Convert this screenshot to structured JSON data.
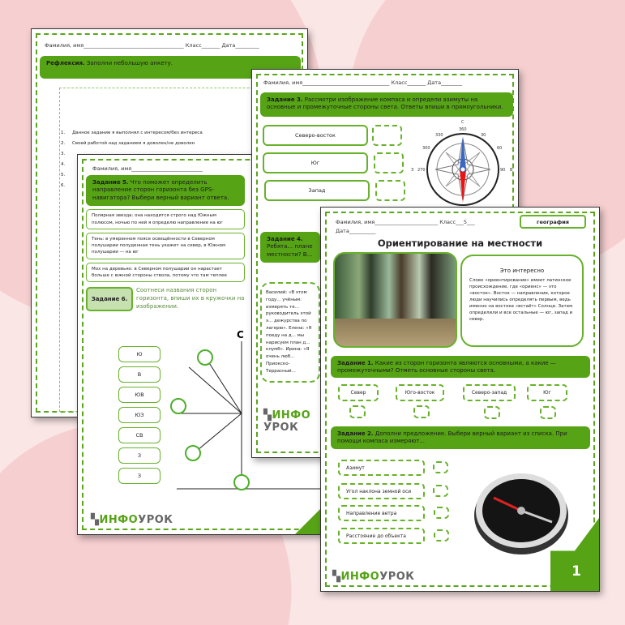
{
  "header": {
    "name_label": "Фамилия, имя",
    "class_label": "Класс",
    "date_label": "Дата",
    "class_value": "5",
    "subject": "география"
  },
  "page1": {
    "task_title": "Рефлексия.",
    "task_text": "Заполни небольшую анкету.",
    "items": [
      "1.",
      "2.",
      "3.",
      "4.",
      "5.",
      "6."
    ],
    "line1": "Данное задание я выполнял с интересом/без интереса",
    "line2": "Своей работой над заданием я доволен/не доволен"
  },
  "page2": {
    "task3_title": "Задание 3.",
    "task3_text": "Рассмотри изображение компаса и определи азимуты на основные и промежуточные стороны света. Ответы впиши в прямоугольники.",
    "boxes": [
      "Северо-восток",
      "Юг",
      "Запад"
    ],
    "compass_labels": {
      "n": "С",
      "e": "В",
      "w": "З",
      "deg360": "360",
      "deg30": "30",
      "deg330": "330",
      "deg300": "300",
      "deg60": "60",
      "deg270": "270",
      "deg90": "90"
    },
    "task4_title": "Задание 4.",
    "task4_text": "Ребята... плане местности? В...",
    "story": "Василий: «В этом году... учёным: измерять те... руководитель этой э... дежурства по лагерю». Елена: «Я поеду на д... мы нарисуем план д... клумб». Ирина: «Я очень люб... Приокско-Террасный..."
  },
  "page3": {
    "task5_title": "Задание 5.",
    "task5_text": "Что поможет определить направление сторон горизонта без GPS-навигатора? Выбери верный вариант ответа.",
    "options": [
      "Полярная звезда: она находится строго над Южным полюсом, ночью по ней я определю направление на юг",
      "Тень: в умеренном поясе освещённости в Северном полушарии полуденная тень укажет на север, в Южном полушарии — на юг",
      "Мох на деревьях: в Северном полушарии он нарастает больше с южной стороны ствола, потому что там теплее"
    ],
    "task6_title": "Задание 6.",
    "task6_text": "Соотнеси названия сторон горизонта, впиши их в кружочки на изображении.",
    "dirs": [
      "Ю",
      "В",
      "ЮВ",
      "ЮЗ",
      "СВ",
      "З",
      "З"
    ],
    "north": "С"
  },
  "page4": {
    "title": "Ориентирование на местности",
    "fact_title": "Это интересно",
    "fact_text": "Слово «ориентирование» имеет латинское происхождение, где «ориенс» — это «восток». Восток — направление, которое люди научились определять первым, ведь именно на востоке «встаёт» Солнце. Затем определили и все остальные — юг, запад и север.",
    "task1_title": "Задание 1.",
    "task1_text": "Какие из сторон горизонта являются основными, а какие — промежуточными? Отметь основные стороны света.",
    "task1_options": [
      "Север",
      "Юго-восток",
      "Северо-запад",
      "Юг"
    ],
    "task2_title": "Задание 2.",
    "task2_text": "Дополни предложение. Выбери верный вариант из списка. При помощи компаса измеряют...",
    "task2_options": [
      "Азимут",
      "Угол наклона земной оси",
      "Направление ветра",
      "Расстояние до объекта"
    ],
    "page_number": "1"
  },
  "logo": {
    "text_a": "ИНФО",
    "text_b": "УРОК"
  },
  "colors": {
    "accent": "#56a315",
    "background": "#fbe6e6"
  }
}
